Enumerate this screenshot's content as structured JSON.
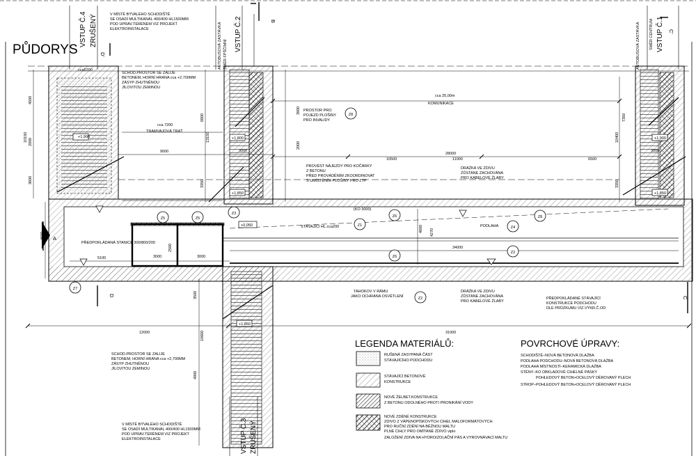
{
  "title": "PŮDORYS",
  "entrances": {
    "c4": "VSTUP Č.4",
    "c4_status": "ZRUŠENÝ",
    "c2": "VSTUP Č.2",
    "c3": "VSTUP Č.3",
    "c3_status": "ZRUŠENÝ",
    "c1": "VSTUP Č.1"
  },
  "bus_stop": {
    "left": "AUTOBUSOVÁ ZASTÁVKA",
    "left_dir": "SMĚR FPŠČÍMNÍ",
    "right": "AUTOBUSOVÁ ZASTÁVKA",
    "right_dir": "SMĚR CENTRUM"
  },
  "section_marks": {
    "a": "A",
    "b": "B",
    "c": "C",
    "d": "D",
    "c_prime": "C'",
    "d_prime": "D'"
  },
  "notes": {
    "top_stair": [
      "V MÍSTĚ BÝVALÉHO SCHODIŠTĚ",
      "SE OSADÍ MULTIKANÁL 400/400 HL1500MM",
      "POD UPRAV.TERÉNEM VIZ PROJEKT",
      "ELEKTROINSTALACE"
    ],
    "top_fill": [
      "SCHOD.PROSTOR SE ZALIJE",
      "BETONEM, HORNÍ HRANA cca +2,700MM",
      "ZÁSYP ZHUTNĚNOU",
      "JÍLOVITOU ZEMINOU"
    ],
    "platform": [
      "PROSTOR PRO",
      "POJEZD PLOŠINY",
      "PRO INVALIDY"
    ],
    "ramp": [
      "PROVÉST NÁJEZDY PRO KOČÁRKY",
      "Z BETONU",
      "PŘED PROVÁDĚNÍM ZKOORDINOVAT",
      "S UMÍSTĚNÍM PLOŠINY PRO ZTP"
    ],
    "groove_top": [
      "DRÁŽKA VE ZDIVU",
      "ZŮSTANE ZACHOVÁNA",
      "PRO KABELOVÉ ŽLABY"
    ],
    "groove_bottom": [
      "DRÁŽKA VE ZDIVU",
      "ZŮSTANE ZACHOVÁNA",
      "PRO KABELOVÉ ŽLABY"
    ],
    "tahokov": [
      "TAHOKOV V RÁMU",
      "JAKO OCHRANA OSVĚTLENÍ"
    ],
    "existing": [
      "PŘEDPOKLÁDANÉ STÁVAJÍCÍ",
      "KONSTRUKCE PODCHODU",
      "DLE PRŮZKUMU VIZ.VÝKR.Č.OD"
    ],
    "bottom_fill": [
      "SCHOD.PROSTOR SE ZALIJE",
      "BETONEM, HORNÍ HRANA cca +2,700MM",
      "ZÁSYP ZHUTNĚNOU",
      "JÍLOVITOU ZEMINOU"
    ],
    "bottom_stair": [
      "V MÍSTĚ BÝVALÉHO SCHODIŠTĚ",
      "SE OSADÍ MULTIKANÁL 400/400 HL1500MM",
      "POD UPRAV.TERÉNEM VIZ PROJEKT",
      "ELEKTROINSTALACE"
    ],
    "komunikace": "cca 25,00m",
    "komunikace_label": "KOMUNIKACE",
    "tram_dim": "cca 7200",
    "tram_label": "TRAMVAJOVÁ TRAŤ",
    "stavajici": "STÁVAJÍCÍ HL.cca200",
    "podlaha": "PODLAHA",
    "stanice": "PŘEDPOKLÁDANÁ STANICE 300/800/200",
    "ko": "(KO 3000)"
  },
  "dims": {
    "d28000": "28000",
    "d10500": "10500",
    "d11000": "11000",
    "d6500": "6500",
    "d9000": "9000",
    "d34000": "34000",
    "d31000": "31000",
    "d12000": "12000",
    "d3000a": "3000",
    "d3000b": "3000",
    "d3000c": "3000",
    "d3000d": "3000",
    "d5100": "5100",
    "d4500": "4500",
    "d10150": "10150",
    "d2000": "2000",
    "d3600": "3600",
    "d6800": "6800",
    "d13150": "13150",
    "d3350": "3350",
    "d3900": "3900",
    "d2500": "2500",
    "d3500": "3500",
    "d10600": "10600",
    "d4900": "4900",
    "d4600": "4600",
    "d4270": "4270",
    "d10400": "10400",
    "d7350": "7350",
    "d5200": "cca5200"
  },
  "levels": {
    "l1": "+1,800",
    "l2": "+1,850",
    "l3": "+1,900",
    "l4": "+1,850",
    "l5": "+0,050",
    "l6": "+1,850"
  },
  "tags": {
    "z1": "Z1",
    "z2": "Z2",
    "z3": "Z3",
    "z4": "Z4",
    "z5": "Z5",
    "z6": "Z6",
    "z7": "Z7",
    "z8": "Z8",
    "z8b": "Z8",
    "z5b": "Z5",
    "z6b": "Z6",
    "z2b": "Z2"
  },
  "legend": {
    "title": "LEGENDA MATERIÁLŮ:",
    "items": [
      {
        "text": [
          "RUŠENÁ ZASYPANÁ ČÁST",
          "STÁVAJÍCÍHO PODCHODU"
        ]
      },
      {
        "text": [
          "STÁVAJÍCÍ BETONOVÉ",
          "KONSTRUKCE"
        ]
      },
      {
        "text": [
          "NOVÉ ŽELBET.KONSTRUKCE",
          "Z BETONU ODOLNÉHO PROTI PRONIKÁNÍ VODY"
        ]
      },
      {
        "text": [
          "NOVÉ ZDĚNÉ KONSTRUKCE",
          "ZDIVO Z VÁPENOPÍSKOVÝCH CIHEL MALOFORMÁTOVÝCH",
          "PRO RUČNÍ ZDĚNÍ NA BĚŽNOU MALTU",
          "PLNÉ CIHLY PRO OMÍTANÉ ZDIVO   viplo",
          "ZALOŽENÍ ZDIVA NA HYDROIZOLAČNÍ PÁS A VYROVNÁVACÍ MALTU"
        ]
      }
    ]
  },
  "surfaces": {
    "title": "POVRCHOVÉ ÚPRAVY:",
    "lines": [
      "SCHODIŠTĚ–NOVÁ BETONOVÁ DLAŽBA",
      "PODLAHA PODCHODU–NOVÁ BETONOVÁ DLAŽBA",
      "PODLAHA MÍSTNOSTÍ–KERAMICKÁ DLAŽBA",
      "STĚNY–KO OBKLADOVÉ CIHELNÉ PÁSKY",
      "POHLEDOVÝ BETON+OCELOVÝ DĚROVANÝ PLECH",
      "STROP–POHLEDOVÝ BETON+OCELOVÝ DĚROVANÝ PLECH"
    ]
  }
}
